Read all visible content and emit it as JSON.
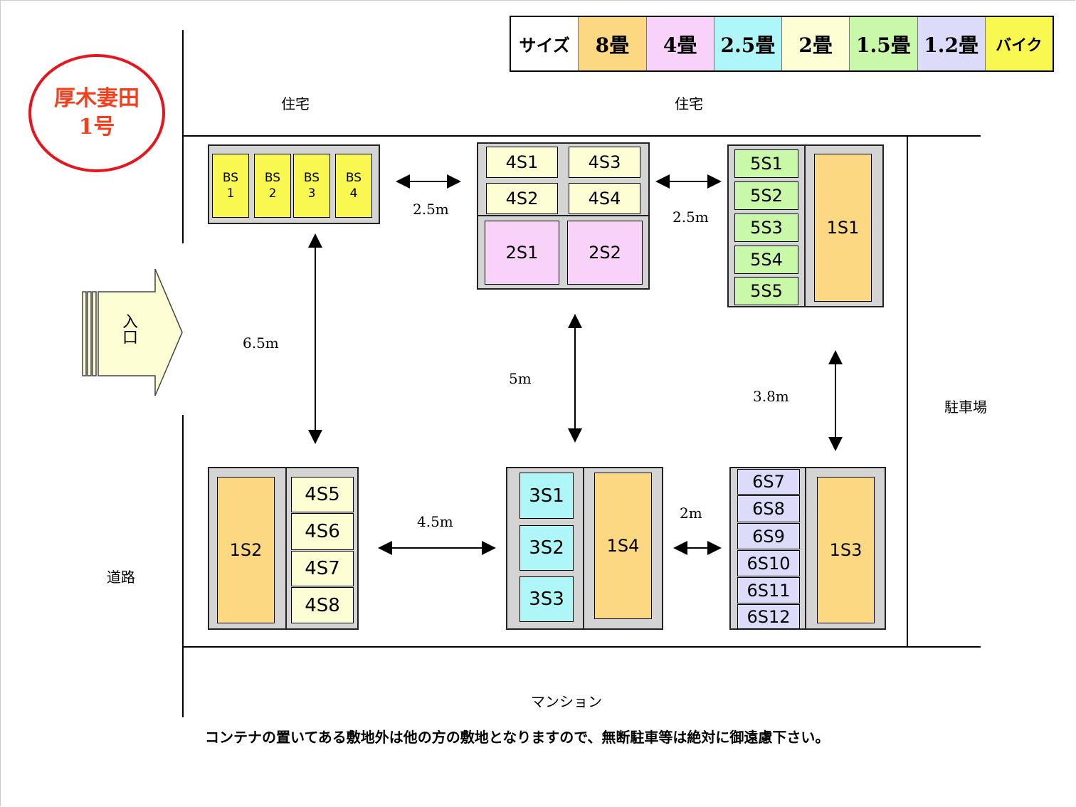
{
  "badge": {
    "line1": "厚木妻田",
    "line2": "1号"
  },
  "legend": [
    {
      "label": "サイズ",
      "color": "#ffffff"
    },
    {
      "label": "8畳",
      "color": "#fcd883"
    },
    {
      "label": "4畳",
      "color": "#f8d2f8"
    },
    {
      "label": "2.5畳",
      "color": "#aef6f8"
    },
    {
      "label": "2畳",
      "color": "#fefed4"
    },
    {
      "label": "1.5畳",
      "color": "#c9f8a8"
    },
    {
      "label": "1.2畳",
      "color": "#dcdcfa"
    },
    {
      "label": "バイク",
      "color": "#f8f850"
    }
  ],
  "surroundings": {
    "house_left": "住宅",
    "house_right": "住宅",
    "entrance": "入口",
    "parking": "駐車場",
    "road": "道路",
    "mansion": "マンション"
  },
  "distances": {
    "d1": "2.5m",
    "d2": "2.5m",
    "d3": "6.5m",
    "d4": "5m",
    "d5": "3.8m",
    "d6": "4.5m",
    "d7": "2m"
  },
  "units": {
    "bs1": "BS 1",
    "bs2": "BS 2",
    "bs3": "BS 3",
    "bs4": "BS 4",
    "u4s1": "4S1",
    "u4s2": "4S2",
    "u4s3": "4S3",
    "u4s4": "4S4",
    "u2s1": "2S1",
    "u2s2": "2S2",
    "u5s1": "5S1",
    "u5s2": "5S2",
    "u5s3": "5S3",
    "u5s4": "5S4",
    "u5s5": "5S5",
    "u1s1": "1S1",
    "u1s2": "1S2",
    "u4s5": "4S5",
    "u4s6": "4S6",
    "u4s7": "4S7",
    "u4s8": "4S8",
    "u3s1": "3S1",
    "u3s2": "3S2",
    "u3s3": "3S3",
    "u1s4": "1S4",
    "u6s7": "6S7",
    "u6s8": "6S8",
    "u6s9": "6S9",
    "u6s10": "6S10",
    "u6s11": "6S11",
    "u6s12": "6S12",
    "u1s3": "1S3"
  },
  "notice": "コンテナの置いてある敷地外は他の方の敷地となりますので、無断駐車等は絶対に御遠慮下さい。"
}
